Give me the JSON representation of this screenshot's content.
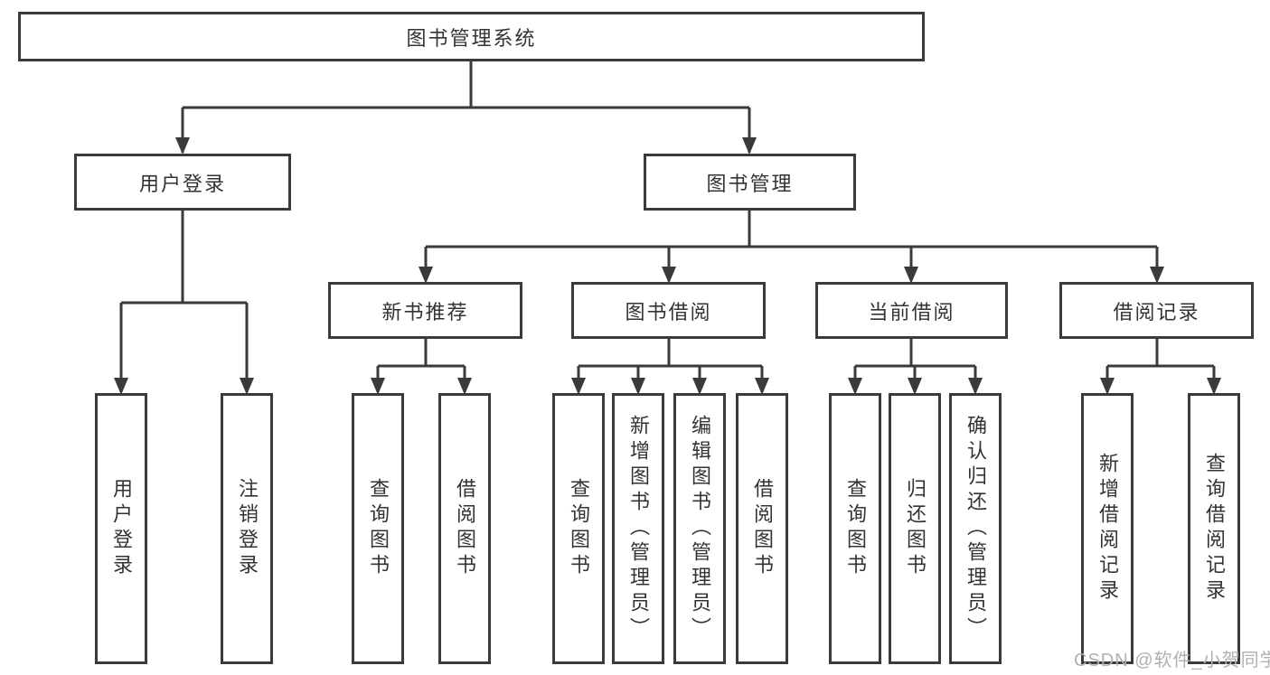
{
  "diagram_title": "图书管理系统",
  "tree": {
    "root": {
      "label": "图书管理系统",
      "children": [
        {
          "label": "用户登录",
          "children": [
            {
              "label": "用户登录"
            },
            {
              "label": "注销登录"
            }
          ]
        },
        {
          "label": "图书管理",
          "children": [
            {
              "label": "新书推荐",
              "children": [
                {
                  "label": "查询图书"
                },
                {
                  "label": "借阅图书"
                }
              ]
            },
            {
              "label": "图书借阅",
              "children": [
                {
                  "label": "查询图书"
                },
                {
                  "label": "新增图书（管理员）"
                },
                {
                  "label": "编辑图书（管理员）"
                },
                {
                  "label": "借阅图书"
                }
              ]
            },
            {
              "label": "当前借阅",
              "children": [
                {
                  "label": "查询图书"
                },
                {
                  "label": "归还图书"
                },
                {
                  "label": "确认归还（管理员）"
                }
              ]
            },
            {
              "label": "借阅记录",
              "children": [
                {
                  "label": "新增借阅记录"
                },
                {
                  "label": "查询借阅记录"
                }
              ]
            }
          ]
        }
      ]
    }
  },
  "watermark": {
    "text": "CSDN @软件_小贺同学"
  },
  "colors": {
    "line": "#3a3a3a",
    "text": "#333333",
    "box_fill": "#ffffff",
    "watermark": "#b0b0b0",
    "background": "#ffffff"
  }
}
